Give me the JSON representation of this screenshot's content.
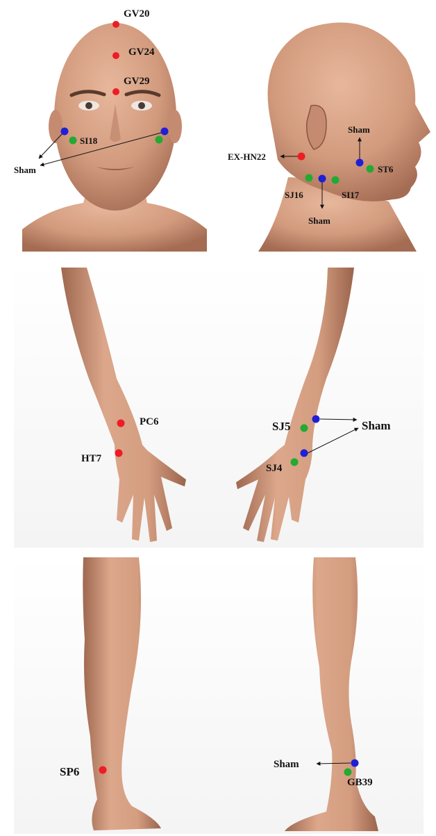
{
  "colors": {
    "acupoint": "#ee1c24",
    "sham": "#1f1fd6",
    "adjacent": "#22aa33",
    "skin": "#d9a184",
    "skin_dark": "#a86f55",
    "background": "#ffffff"
  },
  "panels": {
    "face": {
      "labels": {
        "gv20": "GV20",
        "gv24": "GV24",
        "gv29": "GV29",
        "si18": "SI18",
        "sham": "Sham"
      }
    },
    "profile": {
      "labels": {
        "exhn22": "EX-HN22",
        "st6": "ST6",
        "sham_top": "Sham",
        "sj16": "SJ16",
        "si17": "SI17",
        "sham_bottom": "Sham"
      }
    },
    "arm_left": {
      "labels": {
        "pc6": "PC6",
        "ht7": "HT7"
      }
    },
    "arm_right": {
      "labels": {
        "sj5": "SJ5",
        "sj4": "SJ4",
        "sham": "Sham"
      }
    },
    "leg_left": {
      "labels": {
        "sp6": "SP6"
      }
    },
    "leg_right": {
      "labels": {
        "sham": "Sham",
        "gb39": "GB39"
      }
    }
  }
}
